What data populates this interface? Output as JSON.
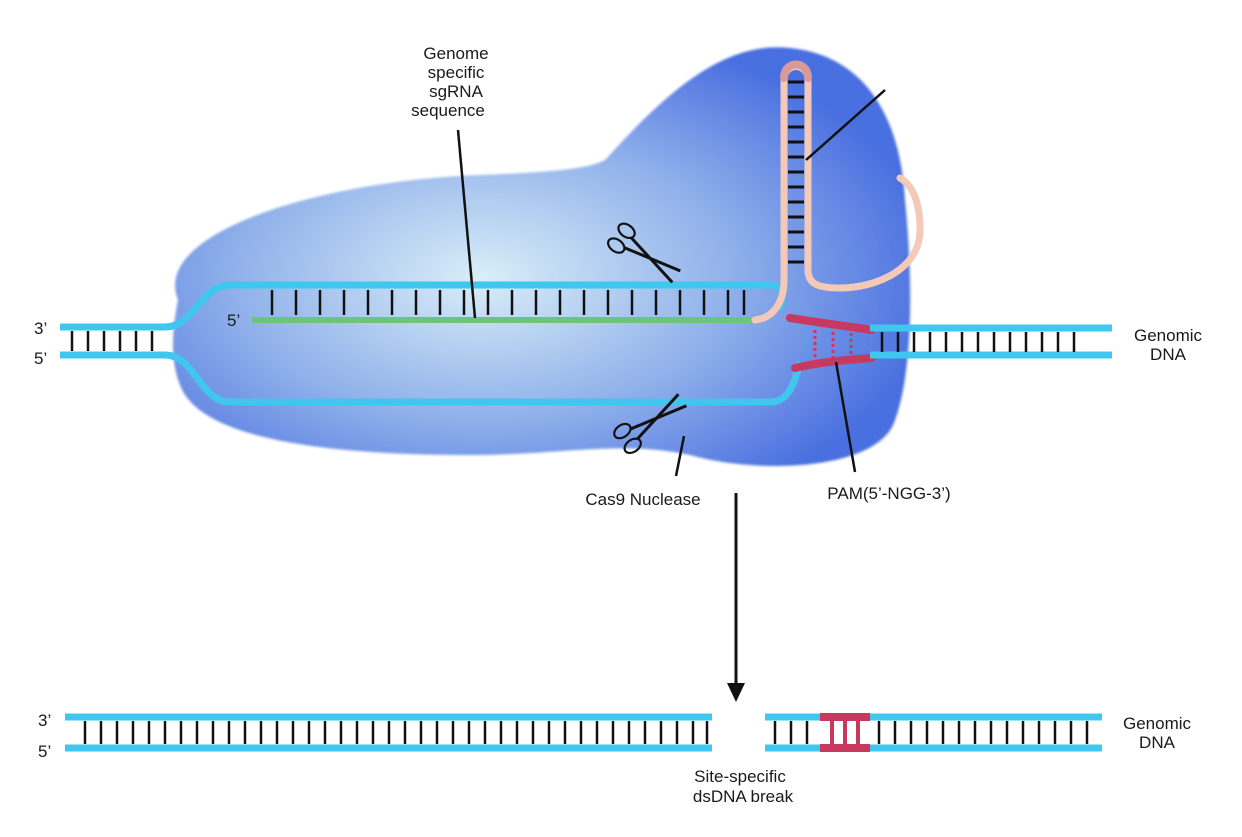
{
  "labels": {
    "sgrna_line1": "Genome",
    "sgrna_line2": "specific",
    "sgrna_line3": "sgRNA",
    "sgrna_line4": "sequence",
    "cas9": "Cas9 Nuclease",
    "pam": "PAM(5’-NGG-3’)",
    "genomic_top_line1": "Genomic",
    "genomic_top_line2": "DNA",
    "genomic_bottom_line1": "Genomic",
    "genomic_bottom_line2": "DNA",
    "break_line1": "Site-specific",
    "break_line2": "dsDNA break",
    "end_3_top": "3’",
    "end_5_top": "5’",
    "end_5_sgrna": "5’",
    "end_3_bottom": "3’",
    "end_5_bottom": "5’"
  },
  "colors": {
    "dna_strand": "#3fc7ef",
    "base_pair": "#111111",
    "sgrna_guide": "#6cc57a",
    "sgrna_scaffold": "#f4c9b8",
    "sgrna_loop": "#d99a9a",
    "pam": "#c8385f",
    "cas9_light": "#d6ecf7",
    "cas9_dark": "#4a6fe0",
    "pointer": "#111111"
  },
  "icons": [
    "scissors-icon",
    "scissors-icon"
  ]
}
